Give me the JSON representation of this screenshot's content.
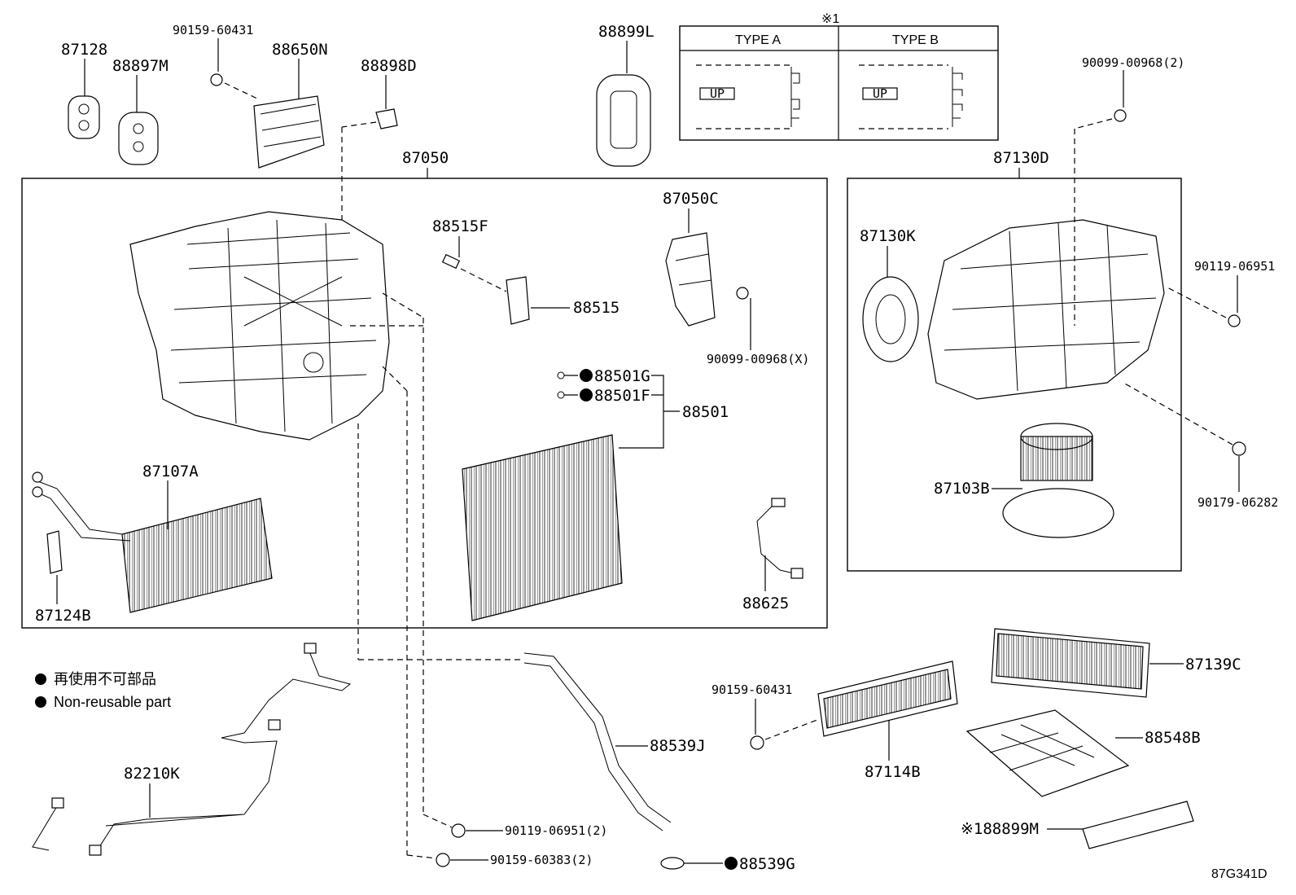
{
  "diagram": {
    "reference_code": "87G341D",
    "type_table": {
      "note_mark": "※1",
      "type_a": "TYPE A",
      "type_b": "TYPE B",
      "up_label": "UP"
    },
    "legend": {
      "jp": "再使用不可部品",
      "en": "Non-reusable part"
    },
    "parts": {
      "p87128": "87128",
      "p88897M": "88897M",
      "p90159_60431_top": "90159-60431",
      "p88650N": "88650N",
      "p88898D": "88898D",
      "p88899L": "88899L",
      "p90099_00968_2": "90099-00968(2)",
      "p87050": "87050",
      "p87130D": "87130D",
      "p87050C": "87050C",
      "p88515F": "88515F",
      "p88515": "88515",
      "p90099_00968_X": "90099-00968(X)",
      "p87130K": "87130K",
      "p90119_06951": "90119-06951",
      "p88501G": "88501G",
      "p88501F": "88501F",
      "p88501": "88501",
      "p87107A": "87107A",
      "p87103B": "87103B",
      "p90179_06282": "90179-06282",
      "p87124B": "87124B",
      "p88625": "88625",
      "p87139C": "87139C",
      "p90159_60431_mid": "90159-60431",
      "p88539J": "88539J",
      "p88548B": "88548B",
      "p87114B": "87114B",
      "p82210K": "82210K",
      "p88899M": "※188899M",
      "p90119_06951_2": "90119-06951(2)",
      "p90159_60383_2": "90159-60383(2)",
      "p88539G": "88539G"
    }
  }
}
